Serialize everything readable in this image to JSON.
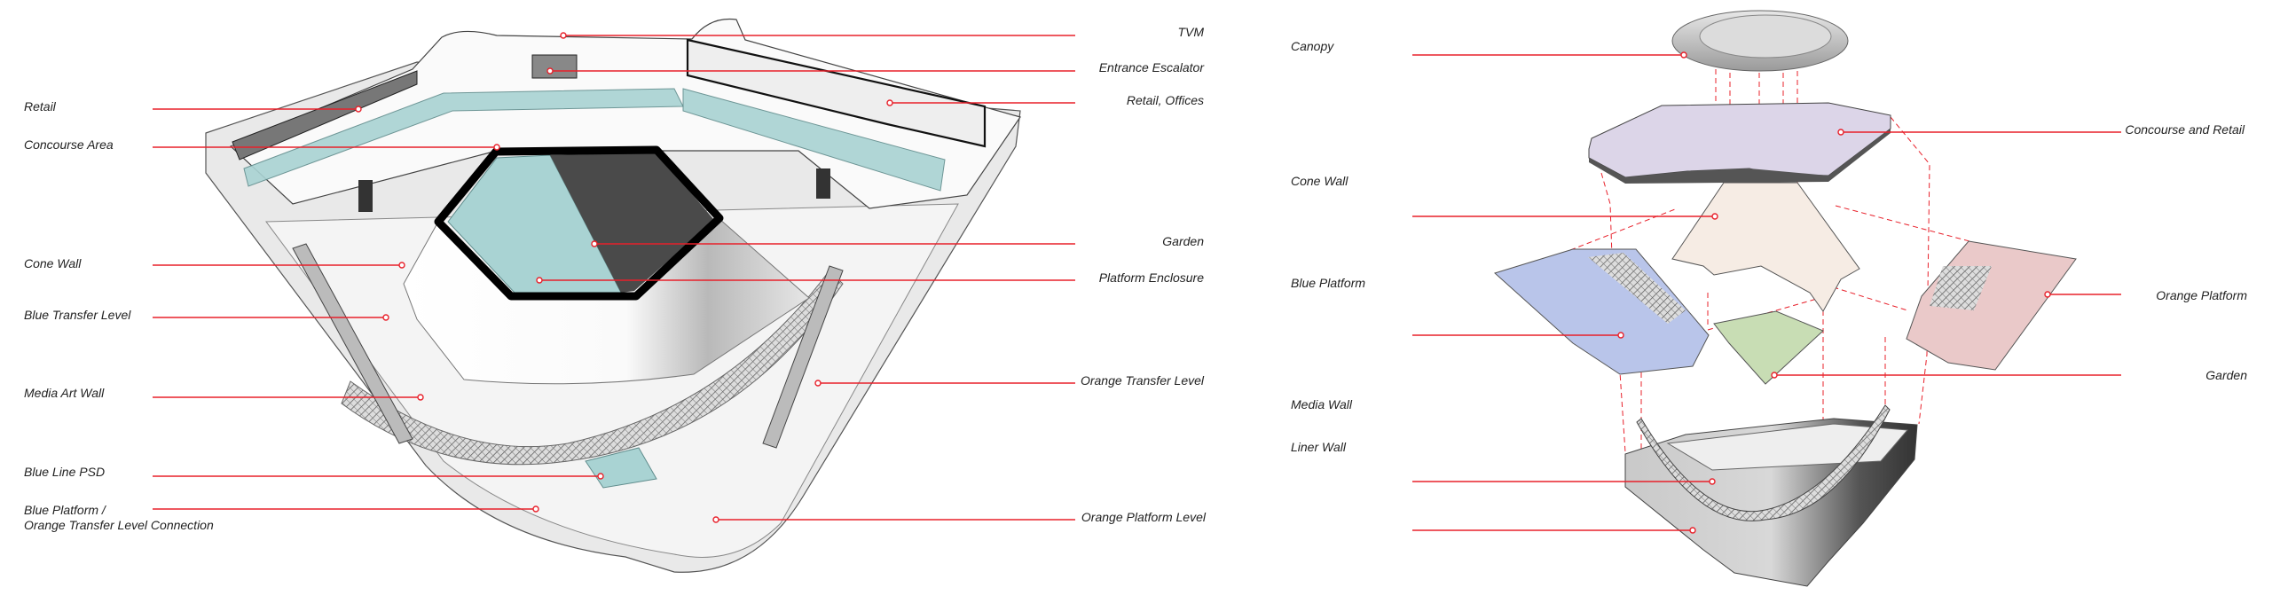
{
  "left_diagram": {
    "left_labels": [
      {
        "text": "Retail"
      },
      {
        "text": "Concourse Area"
      },
      {
        "text": "Cone Wall"
      },
      {
        "text": "Blue Transfer Level"
      },
      {
        "text": "Media Art Wall"
      },
      {
        "text": "Blue Line PSD"
      },
      {
        "text": "Blue Platform /",
        "text2": "Orange Transfer Level Connection"
      }
    ],
    "right_labels": [
      {
        "text": "TVM"
      },
      {
        "text": "Entrance Escalator"
      },
      {
        "text": "Retail, Offices"
      },
      {
        "text": "Garden"
      },
      {
        "text": "Platform Enclosure"
      },
      {
        "text": "Orange Transfer Level"
      },
      {
        "text": "Orange Platform Level"
      }
    ]
  },
  "right_diagram": {
    "left_labels": [
      {
        "text": "Canopy"
      },
      {
        "text": "Cone Wall"
      },
      {
        "text": "Blue Platform"
      },
      {
        "text": "Media Wall"
      },
      {
        "text": "Liner Wall"
      }
    ],
    "right_labels": [
      {
        "text": "Concourse and Retail"
      },
      {
        "text": "Orange Platform"
      },
      {
        "text": "Garden"
      }
    ]
  },
  "colors": {
    "leader": "#e8202a",
    "glass": "#a9d3d3",
    "blue_platform": "#b9c5ea",
    "orange_platform": "#eac9c9",
    "garden": "#c8ddb4",
    "concourse": "#dcd5e8",
    "cone": "#f6ece4"
  }
}
